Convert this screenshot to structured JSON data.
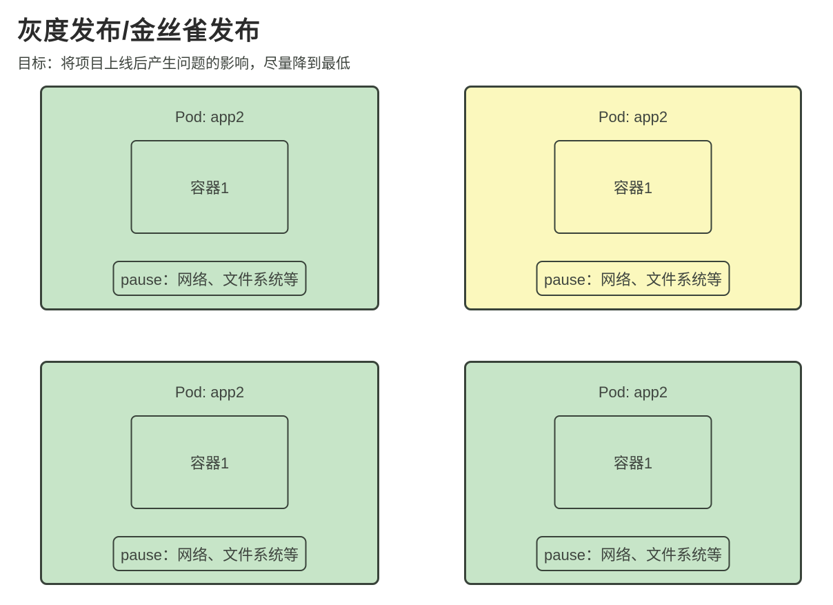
{
  "header": {
    "title": "灰度发布/金丝雀发布",
    "subtitle": "目标：将项目上线后产生问题的影响，尽量降到最低"
  },
  "colors": {
    "page_bg": "#ffffff",
    "heading": "#2b2b2b",
    "text": "#3f453f",
    "border": "#39433a",
    "pod_green": "#c7e5c8",
    "pod_yellow": "#fbf8bd"
  },
  "pods": [
    {
      "variant": "green",
      "title": "Pod: app2",
      "container_label": "容器1",
      "pause_label": "pause：网络、文件系统等"
    },
    {
      "variant": "yellow",
      "title": "Pod: app2",
      "container_label": "容器1",
      "pause_label": "pause：网络、文件系统等"
    },
    {
      "variant": "green",
      "title": "Pod: app2",
      "container_label": "容器1",
      "pause_label": "pause：网络、文件系统等"
    },
    {
      "variant": "green",
      "title": "Pod: app2",
      "container_label": "容器1",
      "pause_label": "pause：网络、文件系统等"
    }
  ]
}
